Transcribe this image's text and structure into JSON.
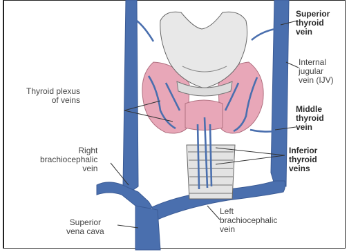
{
  "labels": {
    "superior_thyroid_vein": "Superior\nthyroid\nvein",
    "internal_jugular_vein": "Internal\njugular\nvein (IJV)",
    "thyroid_plexus": "Thyroid plexus\nof veins",
    "middle_thyroid_vein": "Middle\nthyroid\nvein",
    "right_brachiocephalic_vein": "Right\nbrachiocephalic\nvein",
    "inferior_thyroid_veins": "Inferior\nthyroid\nveins",
    "left_brachiocephalic_vein": "Left\nbrachiocephalic\nvein",
    "superior_vena_cava": "Superior\nvena cava"
  },
  "colors": {
    "vein": "#4a6fae",
    "vein_light": "#7f9fd0",
    "gland": "#e8a7b8",
    "cartilage": "#e6e6e6",
    "outline": "#555555",
    "leader": "#333333"
  }
}
